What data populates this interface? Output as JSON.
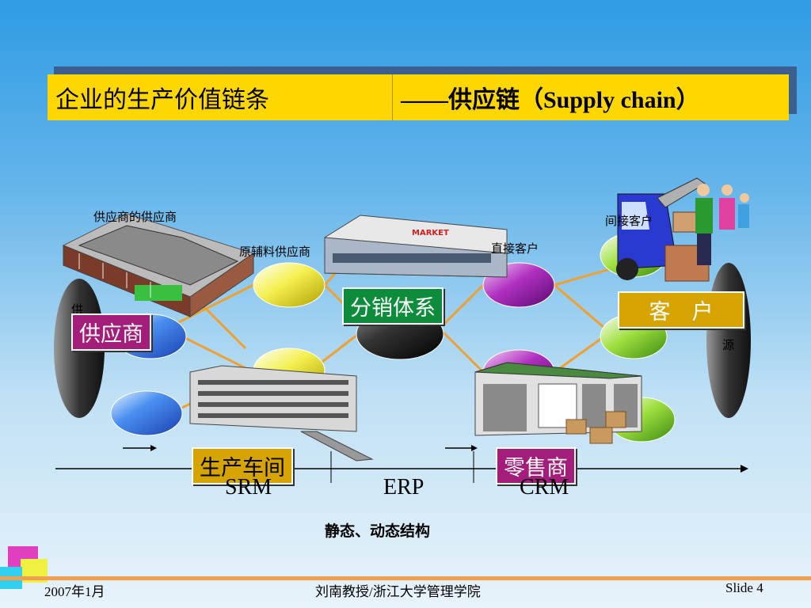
{
  "title": {
    "left": "企业的生产价值链条",
    "right": "——供应链（Supply chain）"
  },
  "labels": {
    "supplier_of_supplier": "供应商的供应商",
    "raw_supplier": "原辅料供应商",
    "direct_customer": "直接客户",
    "indirect_customer": "间接客户",
    "left_side_char": "供",
    "right_side_char": "源"
  },
  "tags": {
    "supplier": "供应商",
    "distribution": "分销体系",
    "customer": "客　户",
    "workshop": "生产车间",
    "retailer": "零售商"
  },
  "axis": {
    "srm": "SRM",
    "erp": "ERP",
    "crm": "CRM"
  },
  "caption": "静态、动态结构",
  "market_sign": "MARKET",
  "footer": {
    "date": "2007年1月",
    "author": "刘南教授/浙江大学管理学院",
    "slide": "Slide 4"
  },
  "colors": {
    "title_bg": "#ffd700",
    "purple_tag": "#a31d7a",
    "green_tag": "#0d8c3c",
    "gold_tag": "#d6a400",
    "footer_line": "#f0a050"
  }
}
